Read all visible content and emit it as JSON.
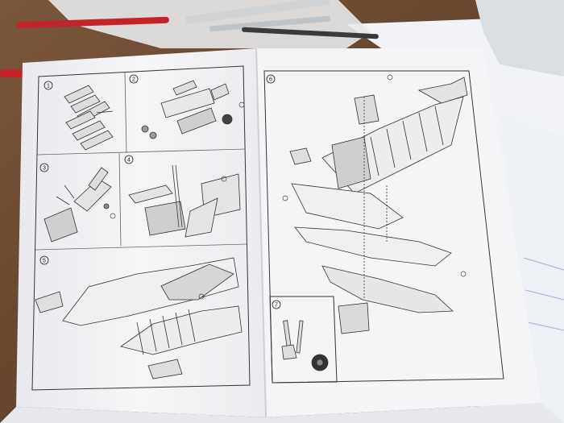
{
  "scene": {
    "description_free": true,
    "colors": {
      "table": "#6b4a33",
      "paper": "#f4f4f6",
      "ink": "#2b2b2b",
      "pen_red": "#c2242a",
      "sprue": "#cfd3d6",
      "bag": "#e7e9ea",
      "blue_line": "#9fb4d8"
    }
  },
  "booklet": {
    "left_page": {
      "steps": [
        {
          "number": "1"
        },
        {
          "number": "2"
        },
        {
          "number": "3"
        },
        {
          "number": "4"
        },
        {
          "number": "5"
        }
      ]
    },
    "right_page": {
      "steps": [
        {
          "number": "6"
        },
        {
          "number": "7"
        }
      ]
    }
  },
  "icons": {
    "step_marker": "circled-number-icon",
    "part_callout": "part-callout-icon"
  }
}
